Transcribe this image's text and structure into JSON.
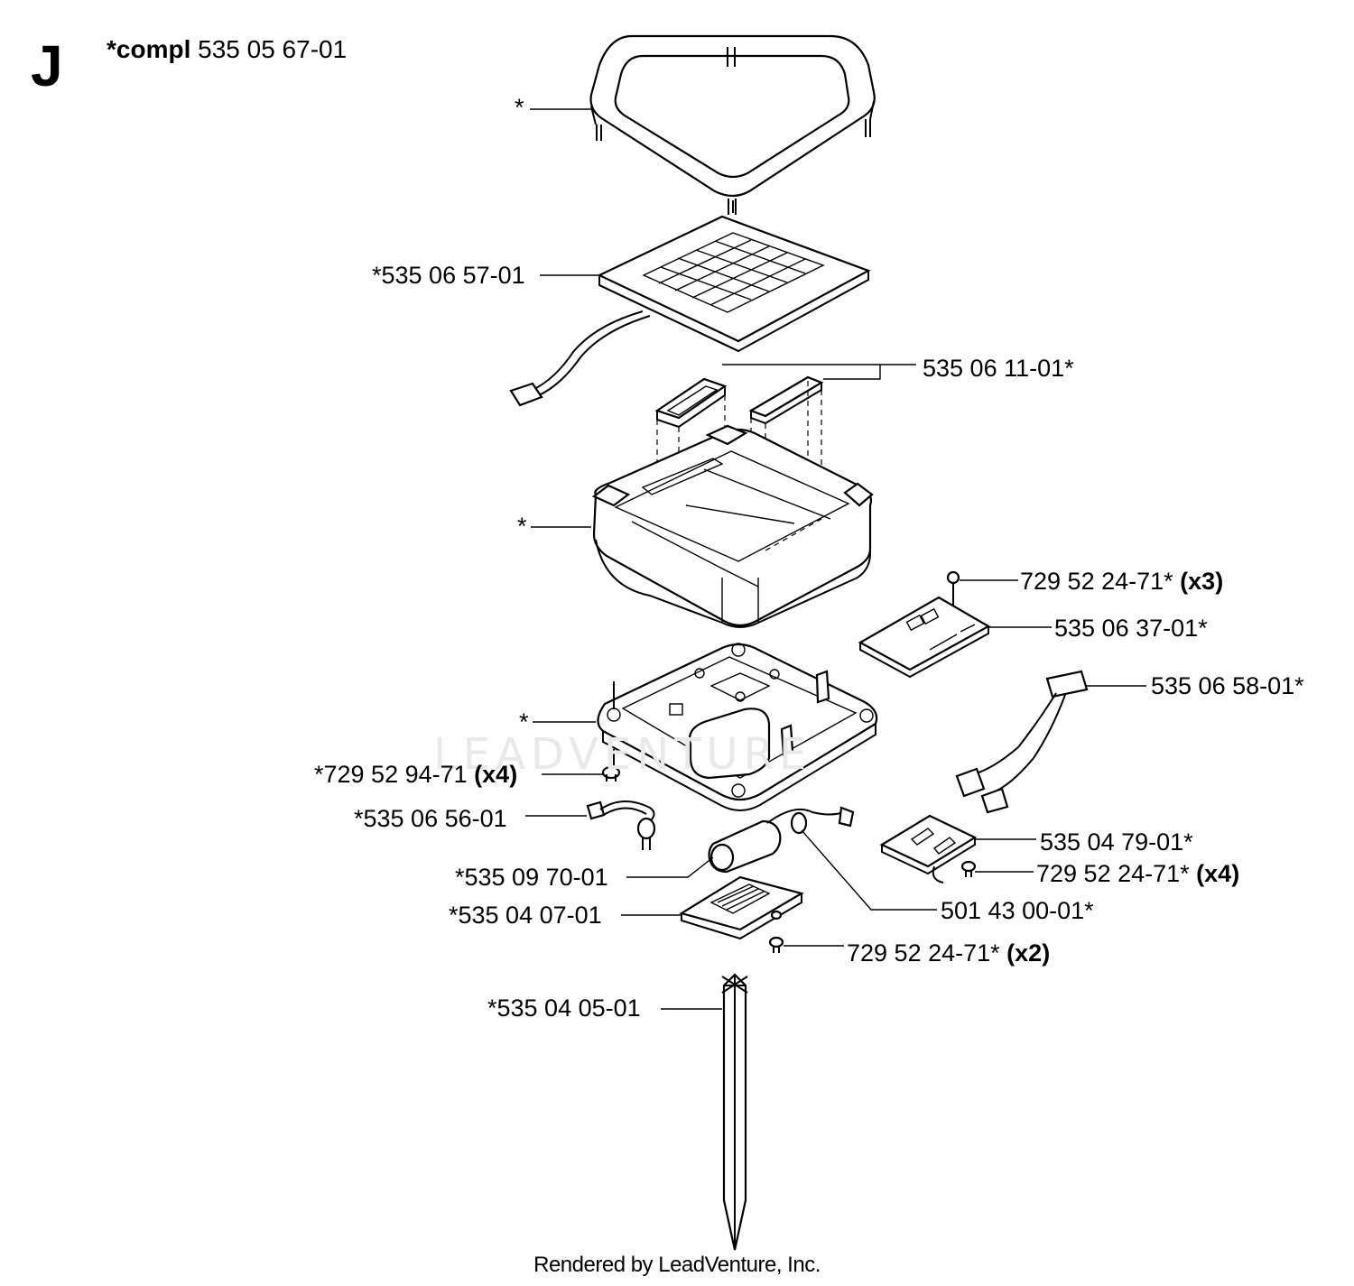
{
  "header": {
    "section_letter": "J",
    "compl_prefix": "*compl",
    "compl_number": "535 05 67-01"
  },
  "labels": {
    "frame": "*",
    "solar_panel": "*535 06 57-01",
    "seals": "535 06 11-01*",
    "housing_top": "*",
    "screw_pcb": "729 52 24-71*",
    "screw_pcb_qty": "(x3)",
    "pcb": "535 06 37-01*",
    "cable_harness": "535 06 58-01*",
    "housing_bottom": "*",
    "screw_base": "*729 52 94-71",
    "screw_base_qty": "(x4)",
    "sensor_cable": "*535 06 56-01",
    "battery": "*535 09 70-01",
    "terminal_board": "535 04 79-01*",
    "screw_terminal": "729 52 24-71*",
    "screw_terminal_qty": "(x4)",
    "grommet_cable": "501 43 00-01*",
    "cover_plate": "*535 04 07-01",
    "screw_cover": "729 52 24-71*",
    "screw_cover_qty": "(x2)",
    "stake": "*535 04 05-01"
  },
  "watermark": "LEADVENTURE",
  "credit": "Rendered by LeadVenture, Inc."
}
